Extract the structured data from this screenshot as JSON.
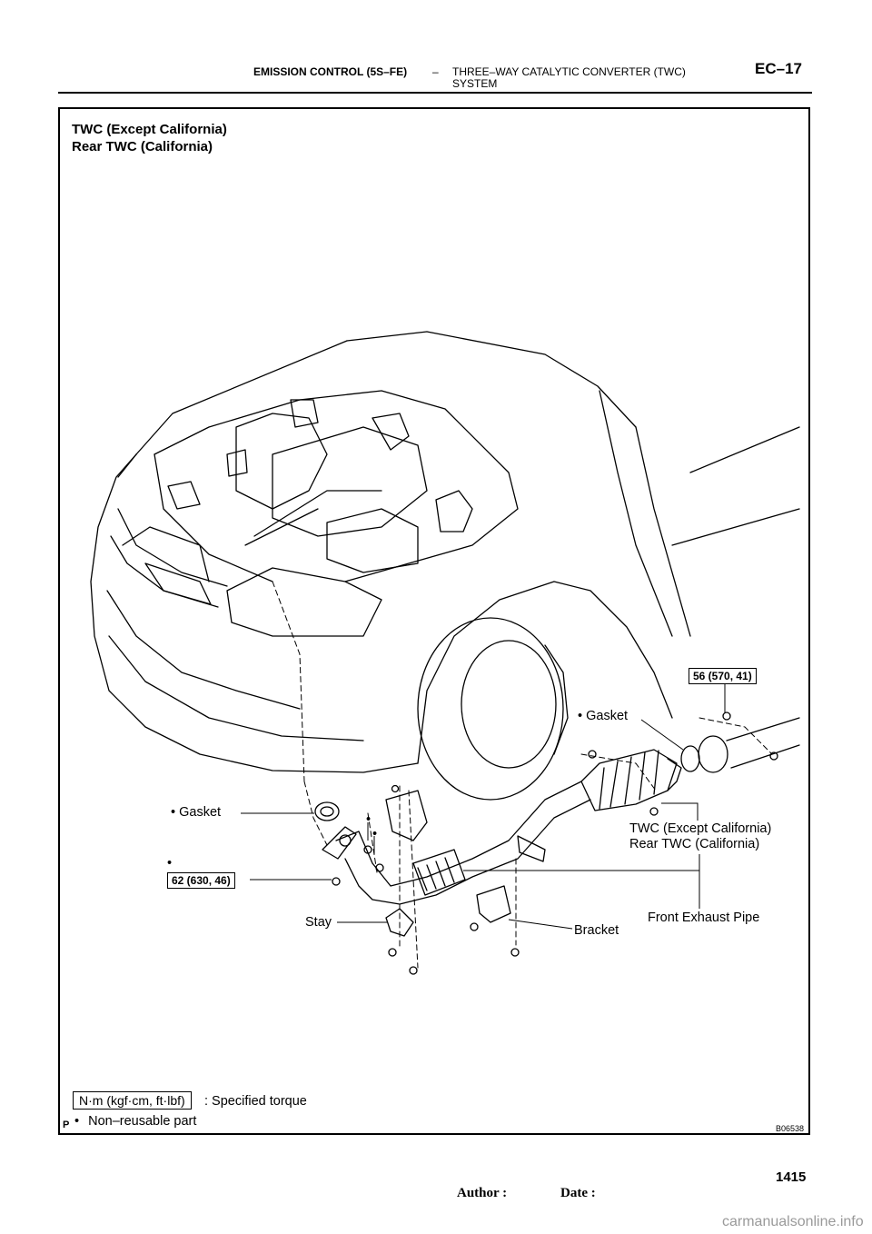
{
  "header": {
    "section": "EMISSION CONTROL (5S–FE)",
    "dash": "–",
    "subsection_line1": "THREE–WAY CATALYTIC CONVERTER (TWC)",
    "subsection_line2": "SYSTEM",
    "page_id": "EC–17"
  },
  "diagram": {
    "title_line1": "TWC (Except California)",
    "title_line2": "Rear TWC (California)",
    "labels": {
      "gasket_rear": "Gasket",
      "gasket_front": "Gasket",
      "twc_line1": "TWC (Except California)",
      "twc_line2": "Rear TWC (California)",
      "front_exhaust_pipe": "Front Exhaust Pipe",
      "bracket": "Bracket",
      "stay": "Stay",
      "bullet": "•"
    },
    "torques": {
      "rear_flange": "56 (570, 41)",
      "front_flange": "62 (630, 46)"
    },
    "legend": {
      "unit_box": "N·m (kgf·cm, ft·lbf)",
      "specified_torque": ": Specified torque",
      "non_reusable": "Non–reusable part",
      "bullet": "•"
    },
    "ref_code": "B06538",
    "corner_mark": "P"
  },
  "footer": {
    "author_label": "Author :",
    "date_label": "Date :",
    "page_number": "1415"
  },
  "watermark": "carmanualsonline.info"
}
